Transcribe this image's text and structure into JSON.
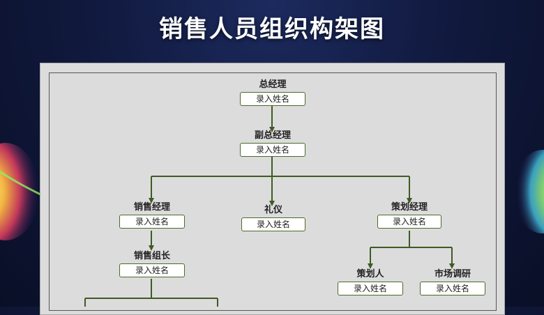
{
  "page_title": "销售人员组织构架图",
  "line_color": "#3f5a24",
  "nodes": {
    "gm": {
      "title": "总经理",
      "name": "录入姓名"
    },
    "deputy_gm": {
      "title": "副总经理",
      "name": "录入姓名"
    },
    "sales_manager": {
      "title": "销售经理",
      "name": "录入姓名"
    },
    "etiquette": {
      "title": "礼仪",
      "name": "录入姓名"
    },
    "planning_manager": {
      "title": "策划经理",
      "name": "录入姓名"
    },
    "sales_leader": {
      "title": "销售组长",
      "name": "录入姓名"
    },
    "planner": {
      "title": "策划人",
      "name": "录入姓名"
    },
    "market_research": {
      "title": "市场调研",
      "name": "录入姓名"
    }
  }
}
